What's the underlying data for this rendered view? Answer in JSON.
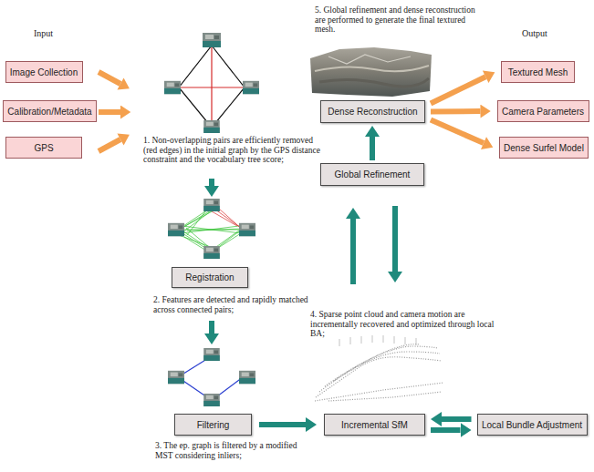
{
  "diagram": {
    "nodes": [
      {
        "text": [
          "Image Collection"
        ]
      },
      {
        "text": [
          "Calibration/Metadata"
        ]
      },
      {
        "text": [
          "GPS"
        ]
      },
      {
        "text": [
          "Registration"
        ]
      },
      {
        "text": [
          "Filtering"
        ]
      },
      {
        "text": [
          "Incremental SfM"
        ]
      },
      {
        "text": [
          "Local Bundle Adjustment"
        ]
      },
      {
        "text": [
          "Global Refinement"
        ]
      },
      {
        "text": [
          "Dense Reconstruction"
        ]
      },
      {
        "text": [
          "Textured Mesh"
        ]
      },
      {
        "text": [
          "Camera Parameters"
        ]
      },
      {
        "text": [
          "Dense Surfel Model"
        ]
      }
    ],
    "edges": [
      {
        "from": 4,
        "to": 5,
        "arrow": "to"
      },
      {
        "from": 5,
        "to": 6,
        "arrow": "to"
      },
      {
        "from": 6,
        "to": 5,
        "arrow": "to"
      },
      {
        "from": 7,
        "to": 8,
        "arrow": "to"
      },
      {
        "from": 8,
        "to": 9,
        "arrow": "to"
      },
      {
        "from": 8,
        "to": 10,
        "arrow": "to"
      },
      {
        "from": 8,
        "to": 11,
        "arrow": "to"
      }
    ],
    "labels": [
      "Input",
      "Output",
      "1. Non-overlapping pairs are efficiently removed (red edges) in the initial graph by the GPS distance constraint and the vocabulary tree score;",
      "2. Features are detected and rapidly matched across connected pairs;",
      "3. The ep. graph is filtered by a modified MST considering inliers;",
      "4. Sparse point cloud and camera motion are incrementally recovered and optimized through local BA;",
      "5. Global refinement and dense reconstruction are performed to generate the final textured mesh."
    ]
  }
}
